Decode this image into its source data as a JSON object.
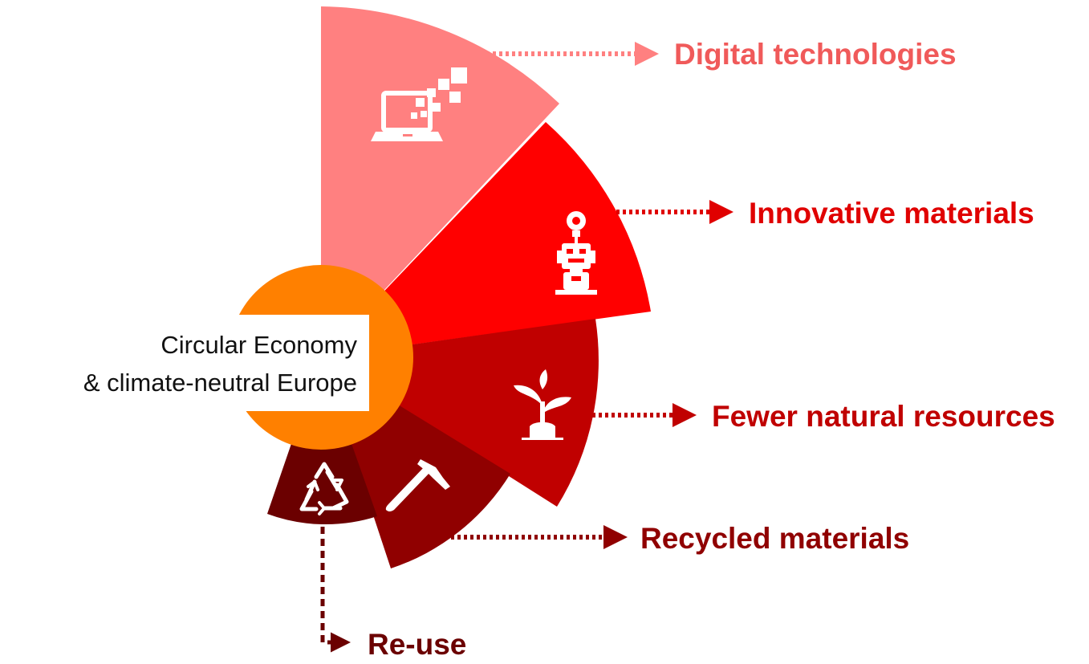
{
  "center": {
    "line1": "Circular Economy",
    "line2": "& climate-neutral Europe",
    "color": "#FF8000"
  },
  "segments": [
    {
      "label": "Digital technologies",
      "icon": "laptop-pixels-icon",
      "color": "#FF8080",
      "label_color": "#F05A5A"
    },
    {
      "label": "Innovative materials",
      "icon": "robot-lightbulb-icon",
      "color": "#FF0000",
      "label_color": "#E00000"
    },
    {
      "label": "Fewer natural resources",
      "icon": "sprout-plant-icon",
      "color": "#C00000",
      "label_color": "#C00000"
    },
    {
      "label": "Recycled materials",
      "icon": "hammer-icon",
      "color": "#900000",
      "label_color": "#900000"
    },
    {
      "label": "Re-use",
      "icon": "recycle-icon",
      "color": "#6B0000",
      "label_color": "#6B0000"
    }
  ]
}
